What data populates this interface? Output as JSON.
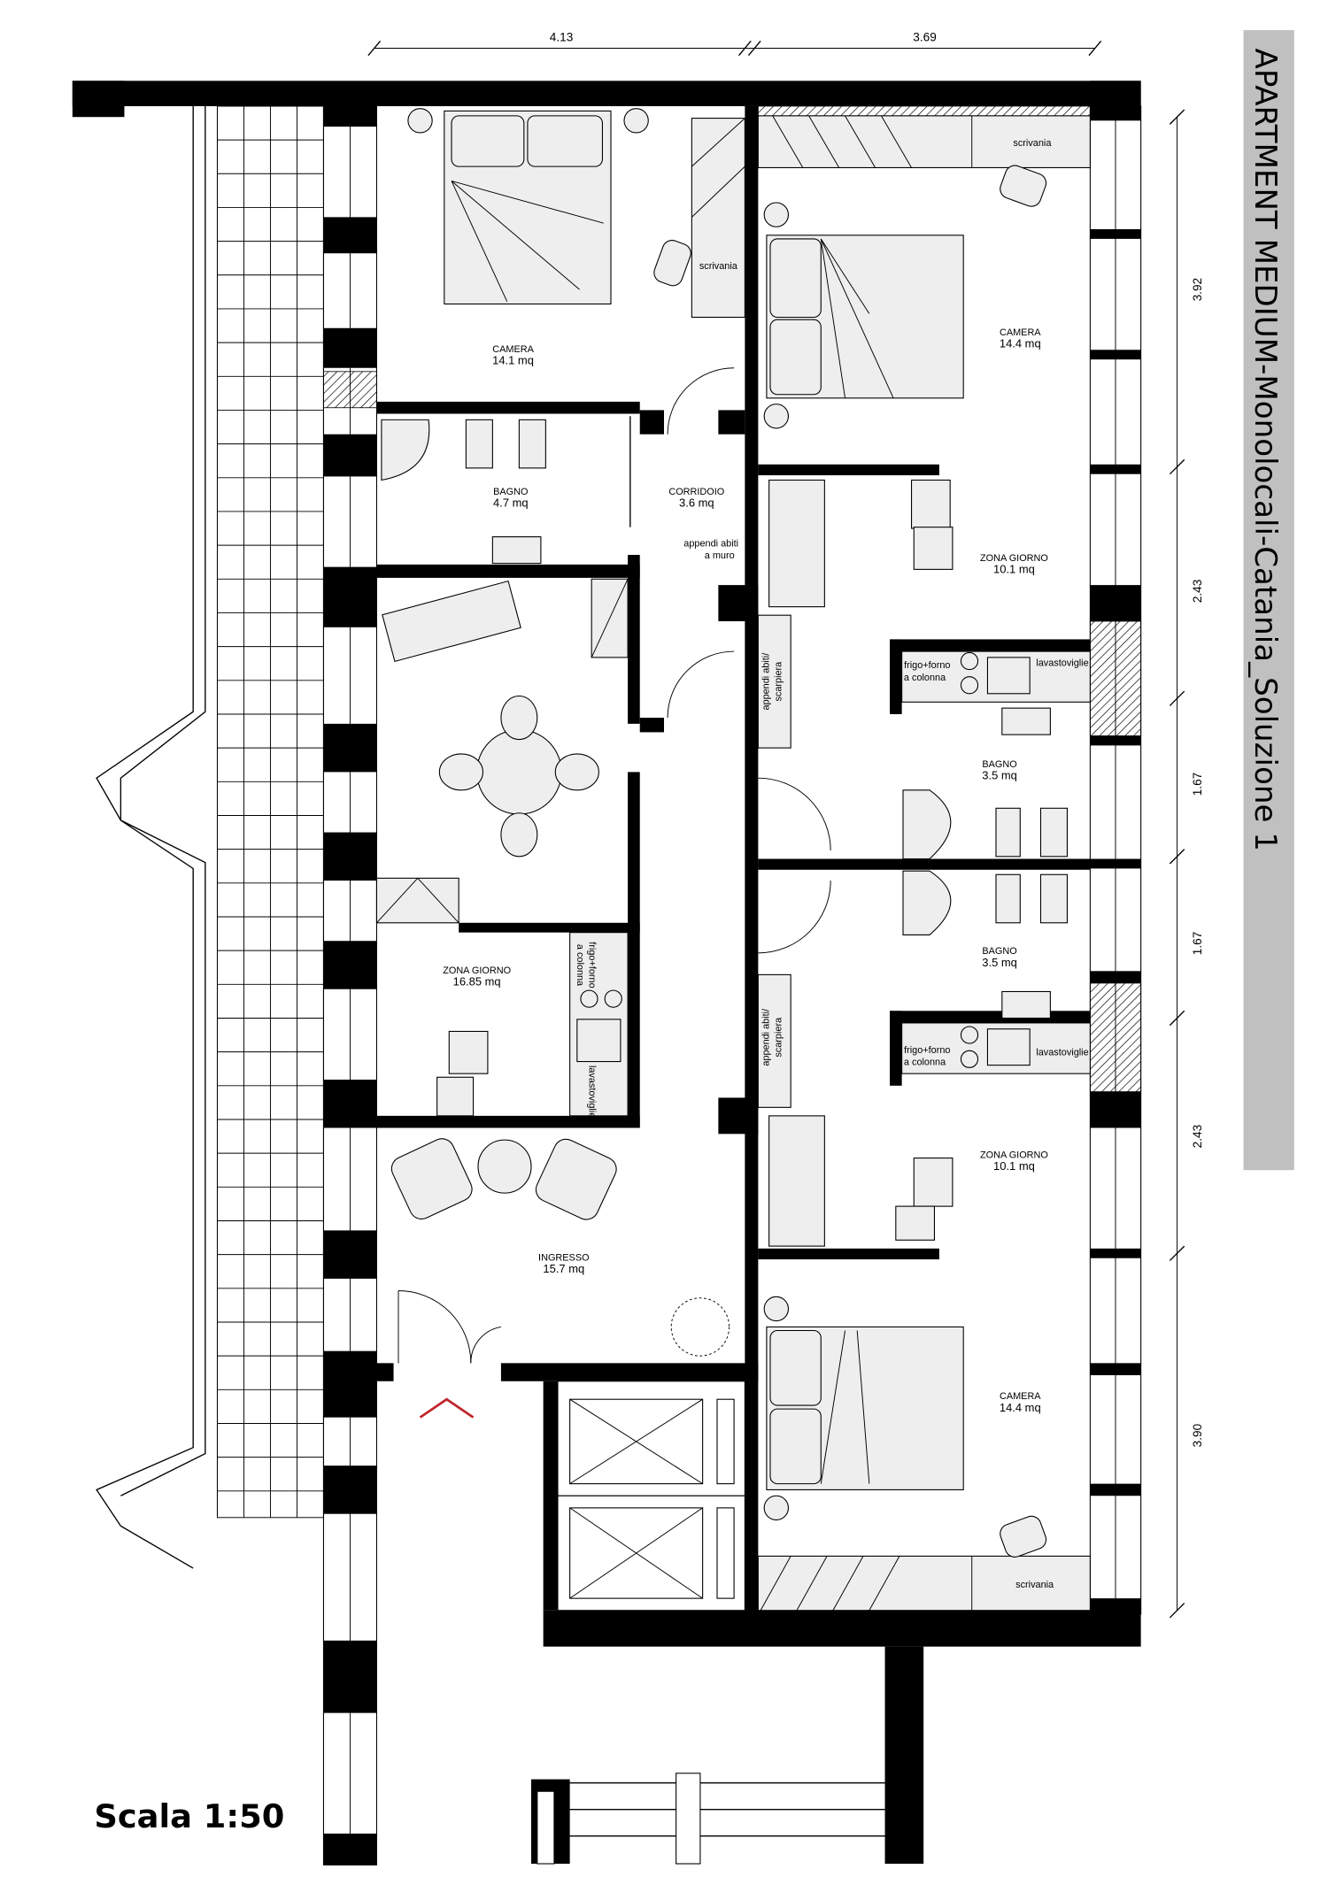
{
  "title": "APARTMENT MEDIUM-Monolocali-Catania_Soluzione 1",
  "scale_label": "Scala 1:50",
  "dimensions": {
    "top": [
      "4.13",
      "3.69"
    ],
    "right": [
      "3.92",
      "2.43",
      "1.67",
      "1.67",
      "2.43",
      "3.90"
    ]
  },
  "rooms": [
    {
      "name": "CAMERA",
      "area": "14.1 mq"
    },
    {
      "name": "CAMERA",
      "area": "14.4 mq"
    },
    {
      "name": "BAGNO",
      "area": "4.7 mq"
    },
    {
      "name": "CORRIDOIO",
      "area": "3.6 mq"
    },
    {
      "name": "ZONA GIORNO",
      "area": "10.1 mq"
    },
    {
      "name": "BAGNO",
      "area": "3.5 mq"
    },
    {
      "name": "BAGNO",
      "area": "3.5 mq"
    },
    {
      "name": "ZONA GIORNO",
      "area": "16.85 mq"
    },
    {
      "name": "ZONA GIORNO",
      "area": "10.1 mq"
    },
    {
      "name": "INGRESSO",
      "area": "15.7 mq"
    },
    {
      "name": "CAMERA",
      "area": "14.4 mq"
    }
  ],
  "furniture_labels": {
    "scrivania": "scrivania",
    "appendi_muro_1": "appendi abiti",
    "appendi_muro_2": "a muro",
    "appendi_scarpiera_1": "appendi abiti/",
    "appendi_scarpiera_2": "scarpiera",
    "frigo_1": "frigo+forno",
    "frigo_2": "a colonna",
    "lavastoviglie": "lavastoviglie"
  },
  "colors": {
    "title_bar": "#c0c0c0",
    "entry_arrow": "#c0272d",
    "walls": "#000000"
  }
}
